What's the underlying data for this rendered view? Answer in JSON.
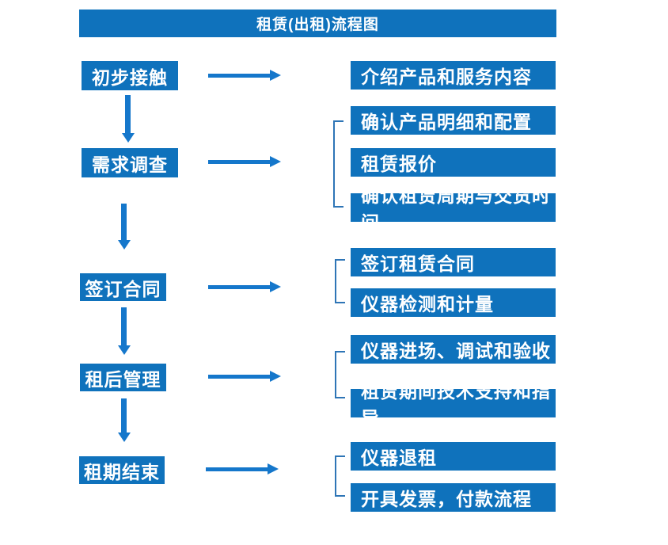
{
  "title": "租赁(出租)流程图",
  "colors": {
    "box": "#0f72bc",
    "arrow": "#1577cb",
    "bracket": "#2e75b6",
    "box_text": "#ffffff",
    "background": "#ffffff"
  },
  "steps": [
    {
      "label": "初步接触",
      "details": [
        "介绍产品和服务内容"
      ]
    },
    {
      "label": "需求调查",
      "details": [
        "确认产品明细和配置",
        "租赁报价",
        "确认租赁周期与交货时间"
      ]
    },
    {
      "label": "签订合同",
      "details": [
        "签订租赁合同",
        "仪器检测和计量"
      ]
    },
    {
      "label": "租后管理",
      "details": [
        "仪器进场、调试和验收",
        "租赁期间技术支持和指导"
      ]
    },
    {
      "label": "租期结束",
      "details": [
        "仪器退租",
        "开具发票，付款流程"
      ]
    }
  ]
}
